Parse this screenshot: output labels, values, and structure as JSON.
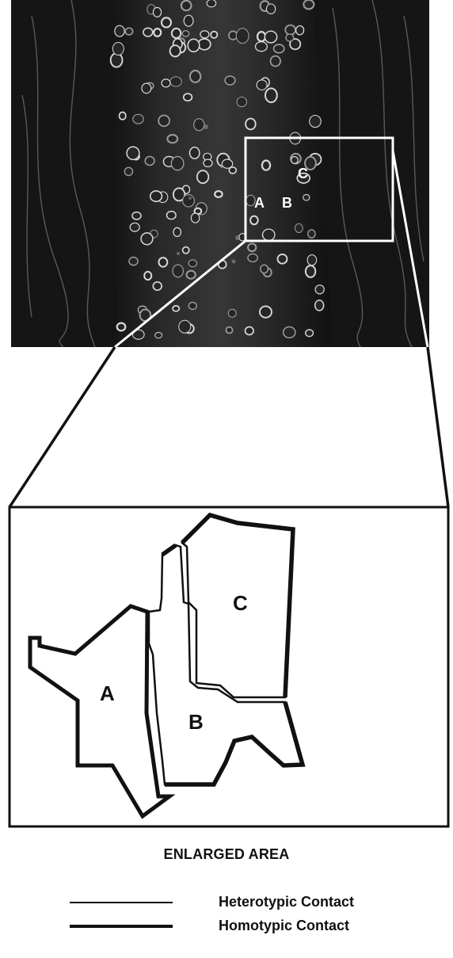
{
  "micrograph": {
    "labels": {
      "a": "A",
      "b": "B",
      "c": "C"
    }
  },
  "enlarged": {
    "cells": {
      "a": "A",
      "b": "B",
      "c": "C"
    },
    "caption": "ENLARGED AREA"
  },
  "legend": {
    "heterotypic": "Heterotypic Contact",
    "homotypic": "Homotypic Contact"
  }
}
